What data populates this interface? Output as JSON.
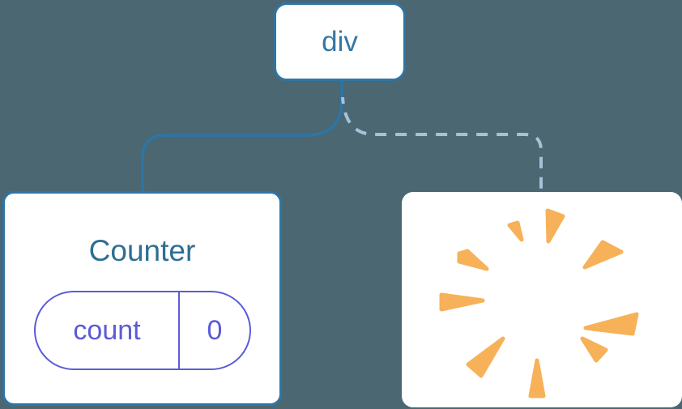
{
  "diagram": {
    "description": "React component tree diagram: a root div with a preserved Counter child (solid edge) and a removed child shown as a poof burst (dashed edge)",
    "root_node": {
      "label": "div"
    },
    "counter_node": {
      "title": "Counter",
      "state": {
        "key": "count",
        "value": "0"
      }
    },
    "removed_node": {
      "icon": "poof-burst"
    },
    "edges": [
      {
        "from": "div",
        "to": "Counter",
        "style": "solid"
      },
      {
        "from": "div",
        "to": "removed-node",
        "style": "dashed"
      }
    ],
    "colors": {
      "background": "#4a6772",
      "card_background": "#ffffff",
      "node_border": "#2e75a6",
      "root_label_text": "#3578a4",
      "counter_title_text": "#2d6f94",
      "state_accent": "#5b5bd6",
      "edge_solid": "#2e75a6",
      "edge_dashed": "#a5c3d7",
      "burst": "#f7b158"
    }
  }
}
